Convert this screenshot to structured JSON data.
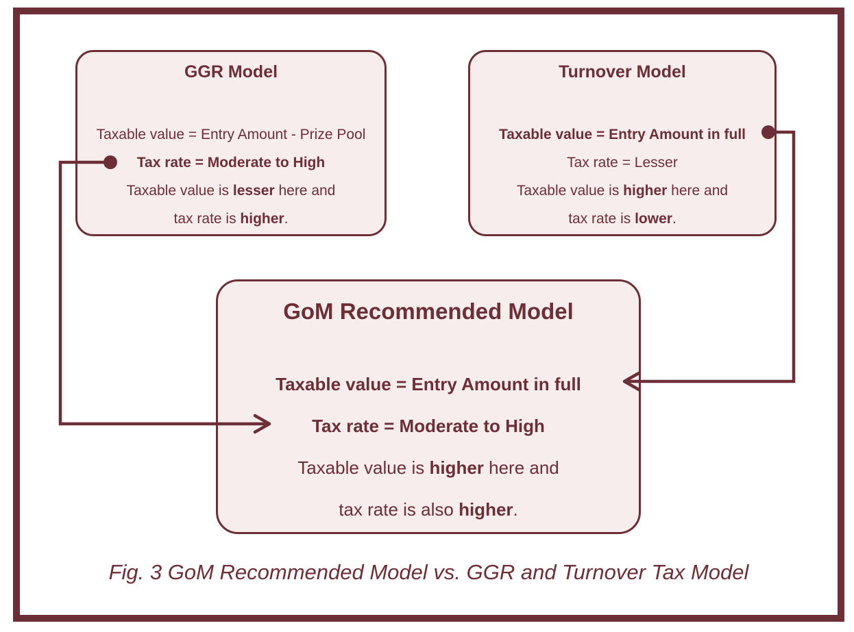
{
  "figure": {
    "caption": "Fig. 3 GoM Recommended Model vs. GGR and Turnover Tax Model"
  },
  "colors": {
    "maroon_line_and_text": "#6c2e37",
    "box_fill": "#f7eded",
    "background": "#ffffff"
  },
  "boxes": {
    "ggr": {
      "title": "GGR Model",
      "line1": "Taxable value = Entry Amount - Prize Pool",
      "line2": "Tax rate = Moderate to High",
      "line3_pre": "Taxable value is ",
      "line3_bold": "lesser",
      "line3_post": " here and",
      "line4_pre": "tax rate is ",
      "line4_bold": "higher",
      "line4_post": "."
    },
    "turnover": {
      "title": "Turnover Model",
      "line1": "Taxable value = Entry Amount in full",
      "line2": "Tax rate = Lesser",
      "line3_pre": "Taxable value is ",
      "line3_bold": "higher",
      "line3_post": " here and",
      "line4_pre": "tax rate is ",
      "line4_bold": "lower",
      "line4_post": "."
    },
    "gom": {
      "title": "GoM Recommended Model",
      "line1": "Taxable value = Entry Amount in full",
      "line2": "Tax rate = Moderate to High",
      "line3_pre": "Taxable value is ",
      "line3_bold": "higher",
      "line3_post": " here and",
      "line4_pre": "tax rate is also ",
      "line4_bold": "higher",
      "line4_post": "."
    }
  },
  "connectors": {
    "ggr_to_gom": "GGR tax rate line connects to GoM 'Tax rate = Moderate to High'",
    "turnover_to_gom": "Turnover taxable value line connects to GoM 'Taxable value = Entry Amount in full'"
  }
}
